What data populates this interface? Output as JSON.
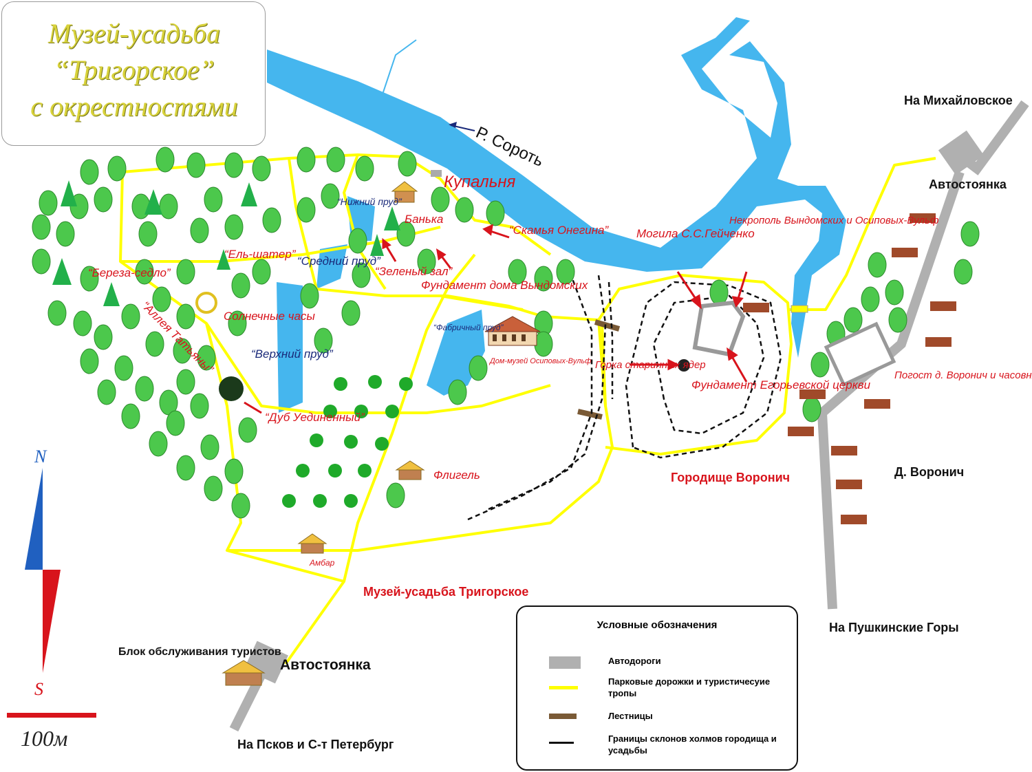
{
  "title": {
    "line1": "Музей-усадьба",
    "line2": "“Тригорское”",
    "line3": "с окрестностями"
  },
  "labels": {
    "river": "Р. Сороть",
    "kupalnya": "Купальня",
    "banka": "Банька",
    "lower_pond": "“Нижний пруд”",
    "el_shater": "“Ель-шатер”",
    "bereza": "“Береза-седло”",
    "middle_pond": "“Средний пруд”",
    "green_hall": "“Зеленый зал”",
    "bench": "“Скамья Онегина”",
    "foundation_house": "Фундамент дома Вындомских",
    "sundial": "Солнечные часы",
    "alley": "“Аллея Татьяны”",
    "upper_pond": "“Верхний пруд”",
    "factory_pond": "“Фабричный пруд”",
    "house_museum": "Дом-музей Осиповых-Вульф",
    "oak": "“Дуб Уединенный”",
    "fligel": "Флигель",
    "ambar": "Амбар",
    "grave": "Могила С.С.Гейченко",
    "necropolis": "Некрополь Вындомских и Осиповых-Вульф",
    "gorka": "Горка старинных ядер",
    "church_foundation": "Фундамент Егорьевской церкви",
    "gorodishche": "Городище Воронич",
    "pogost": "Погост д. Воронич и часовня на месте Воскресенской церкви",
    "voronich": "Д. Воронич",
    "to_mikhaylovskoe": "На Михайловское",
    "parking_top": "Автостоянка",
    "to_pushkinskie": "На Пушкинские Горы",
    "museum_estate": "Музей-усадьба Тригорское",
    "service_block": "Блок обслуживания туристов",
    "parking_bottom": "Автостоянка",
    "to_pskov": "На Псков и С-т Петербург"
  },
  "compass": {
    "north": "N",
    "south": "S"
  },
  "scale": {
    "text": "100м",
    "color": "#d8141c"
  },
  "legend": {
    "title": "Условные обозначения",
    "items": [
      {
        "label": "Автодороги",
        "color": "#b0b0b0"
      },
      {
        "label": "Парковые дорожки и туристичесуие тропы",
        "color": "#ffff00"
      },
      {
        "label": "Лестницы",
        "color": "#7a5a36"
      },
      {
        "label": "Границы склонов холмов городища и усадьбы",
        "color": "#111111"
      }
    ]
  },
  "colors": {
    "water": "#45b6ee",
    "path": "#ffff00",
    "road": "#b0b0b0",
    "tree": "#4cc84c",
    "label_red": "#d8141c",
    "label_blue": "#1a2a7a"
  }
}
